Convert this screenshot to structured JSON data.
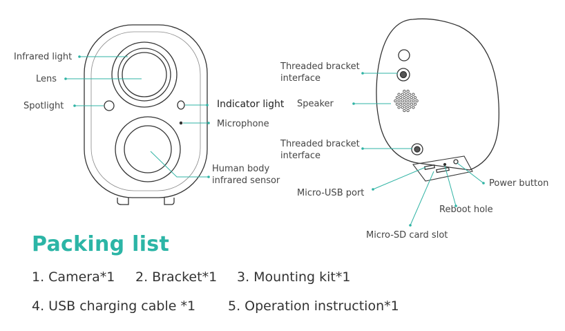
{
  "front_labels": {
    "infrared_light": "Infrared light",
    "lens": "Lens",
    "spotlight": "Spotlight",
    "indicator_light": "Indicator light",
    "microphone": "Microphone",
    "human_body_sensor_line1": "Human body",
    "human_body_sensor_line2": "infrared sensor"
  },
  "back_labels": {
    "threaded_bracket_top_line1": "Threaded bracket",
    "threaded_bracket_top_line2": "interface",
    "speaker": "Speaker",
    "threaded_bracket_bottom_line1": "Threaded bracket",
    "threaded_bracket_bottom_line2": "interface",
    "micro_usb_port": "Micro-USB port",
    "power_button": "Power button",
    "reboot_hole": "Reboot hole",
    "micro_sd_slot": "Micro-SD card slot"
  },
  "packing": {
    "title": "Packing list",
    "items": [
      "1. Camera*1",
      "2. Bracket*1",
      "3. Mounting kit*1",
      "4. USB charging cable *1",
      "5. Operation instruction*1"
    ]
  },
  "colors": {
    "accent": "#2cb5a6",
    "leader_line": "#2fb3a4",
    "outline": "#333333"
  }
}
